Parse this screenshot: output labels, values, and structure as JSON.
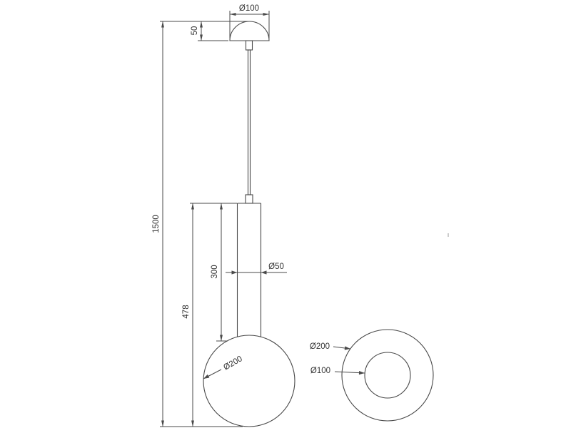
{
  "title": "Pendant lamp technical drawing",
  "front_view": {
    "labels": {
      "canopy_diameter": "Ø100",
      "canopy_height": "50",
      "overall_height": "1500",
      "body_height": "478",
      "tube_length": "300",
      "tube_diameter": "Ø50",
      "sphere_diameter": "Ø200"
    }
  },
  "bottom_view": {
    "labels": {
      "outer_diameter": "Ø200",
      "inner_diameter": "Ø100"
    }
  },
  "colors": {
    "line": "#474747",
    "dimension": "#4a4a4a",
    "text": "#333333",
    "background": "#ffffff"
  }
}
